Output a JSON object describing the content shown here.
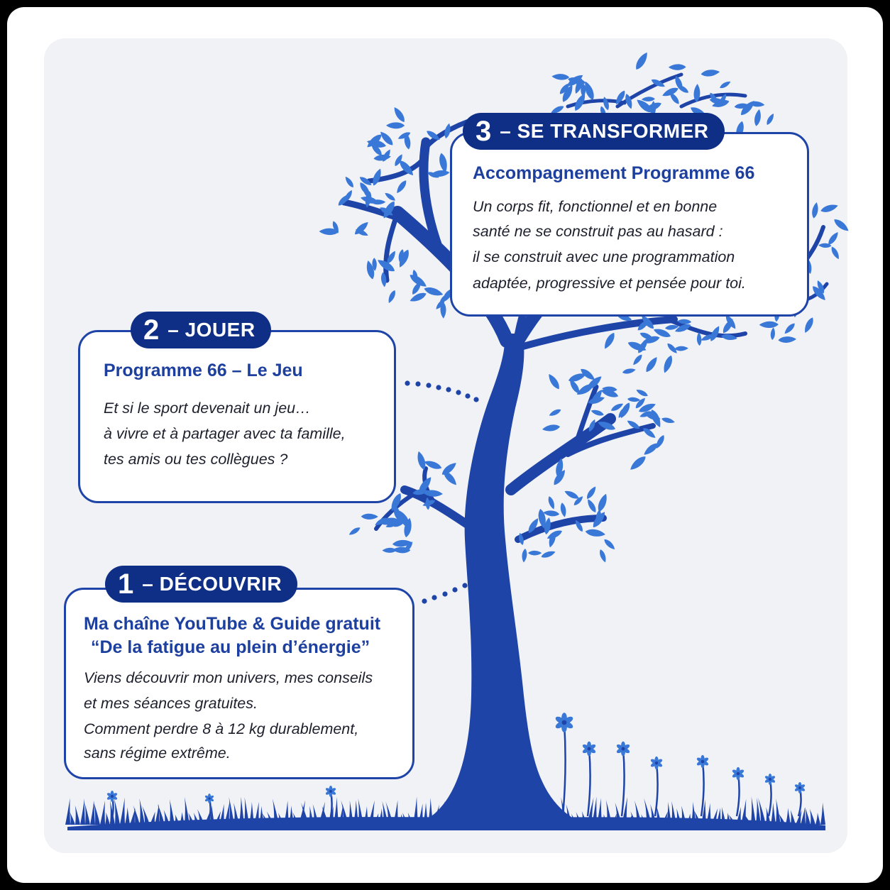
{
  "steps": {
    "transform": {
      "number": "3",
      "label": "– SE TRANSFORMER",
      "title": "Accompagnement Programme 66",
      "lines": [
        "Un corps fit, fonctionnel et en bonne",
        "santé ne se construit pas au hasard :",
        "il se construit avec une programmation",
        "adaptée, progressive et pensée pour toi."
      ]
    },
    "play": {
      "number": "2",
      "label": "– JOUER",
      "title": "Programme 66 – Le Jeu",
      "lines": [
        "Et si le sport devenait un jeu…",
        "à vivre et à partager avec ta famille,",
        "tes amis ou tes collègues ?"
      ]
    },
    "discover": {
      "number": "1",
      "label": "– DÉCOUVRIR",
      "title_lines": [
        "Ma chaîne YouTube & Guide gratuit",
        "“De la fatigue au plein d’énergie”"
      ],
      "lines": [
        "Viens découvrir mon univers, mes conseils",
        "et mes séances gratuites.",
        "Comment perdre 8 à 12 kg durablement,",
        "sans régime extrême."
      ]
    }
  },
  "colors": {
    "primary": "#1e44a8",
    "dark": "#0f2f86",
    "leaf": "#3a78d8",
    "background": "#f1f2f6"
  }
}
